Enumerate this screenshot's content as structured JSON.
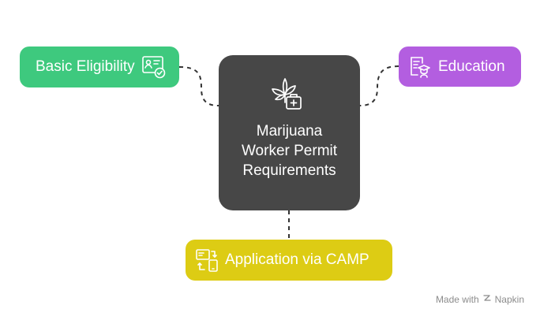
{
  "diagram": {
    "center": {
      "title": "Marijuana Worker Permit Requirements",
      "icon": "cannabis-leaf-medical-kit-icon"
    },
    "nodes": [
      {
        "id": "basic",
        "label": "Basic Eligibility",
        "icon": "id-card-check-icon",
        "color": "#3ec97e"
      },
      {
        "id": "education",
        "label": "Education",
        "icon": "certificate-graduate-icon",
        "color": "#b35ee0"
      },
      {
        "id": "application",
        "label": "Application via CAMP",
        "icon": "device-transfer-icon",
        "color": "#ddcc14"
      }
    ]
  },
  "footer": {
    "made_with": "Made with",
    "brand": "Napkin"
  }
}
